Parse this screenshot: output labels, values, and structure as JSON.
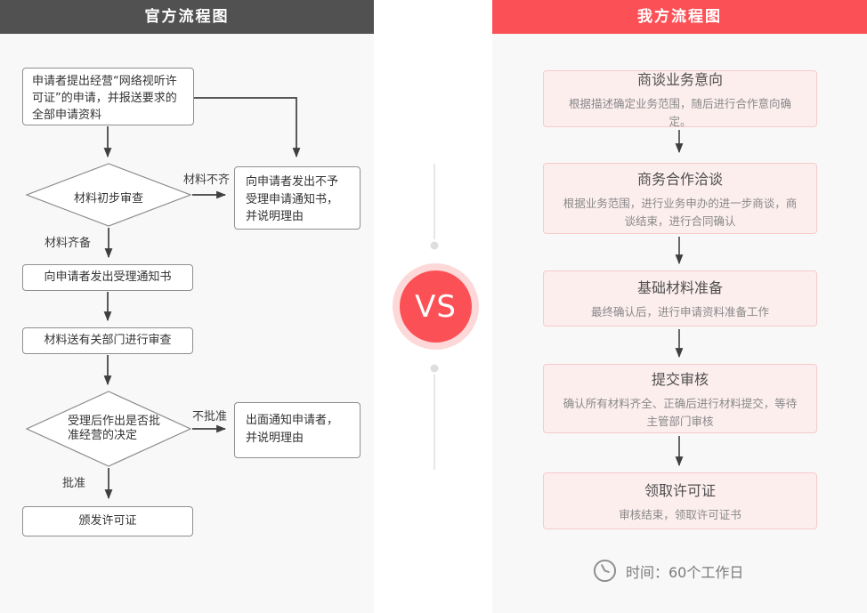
{
  "left": {
    "header": "官方流程图",
    "box_apply": "申请者提出经营“网络视听许可证”的申请，并报送要求的全部申请资料",
    "diamond_initial_review": "材料初步审查",
    "label_incomplete": "材料不齐",
    "label_complete": "材料齐备",
    "box_reject_notice": "向申请者发出不予受理申请通知书，并说明理由",
    "box_accept_notice": "向申请者发出受理通知书",
    "box_send_review": "材料送有关部门进行审查",
    "diamond_decision": "受理后作出是否批准经营的决定",
    "label_not_approved": "不批准",
    "label_approved": "批准",
    "box_inform_reject": "出面通知申请者，并说明理由",
    "box_issue_license": "颁发许可证"
  },
  "center": {
    "vs": "VS"
  },
  "right": {
    "header": "我方流程图",
    "steps": [
      {
        "title": "商谈业务意向",
        "desc": "根据描述确定业务范围，随后进行合作意向确定。"
      },
      {
        "title": "商务合作洽谈",
        "desc": "根据业务范围，进行业务申办的进一步商谈，商谈结束，进行合同确认"
      },
      {
        "title": "基础材料准备",
        "desc": "最终确认后，进行申请资料准备工作"
      },
      {
        "title": "提交审核",
        "desc": "确认所有材料齐全、正确后进行材料提交，等待主管部门审核"
      },
      {
        "title": "领取许可证",
        "desc": "审核结束，领取许可证书"
      }
    ],
    "time_note": "时间：60个工作日"
  },
  "colors": {
    "header_dark": "#515151",
    "header_red": "#fb5156",
    "panel_bg": "#f8f8f8",
    "pink_box_bg": "#fdeeee",
    "pink_box_border": "#f6caca",
    "vs_ring": "#fdd8d8",
    "vs_red": "#fb5156",
    "arrow": "#3f3f3f"
  }
}
